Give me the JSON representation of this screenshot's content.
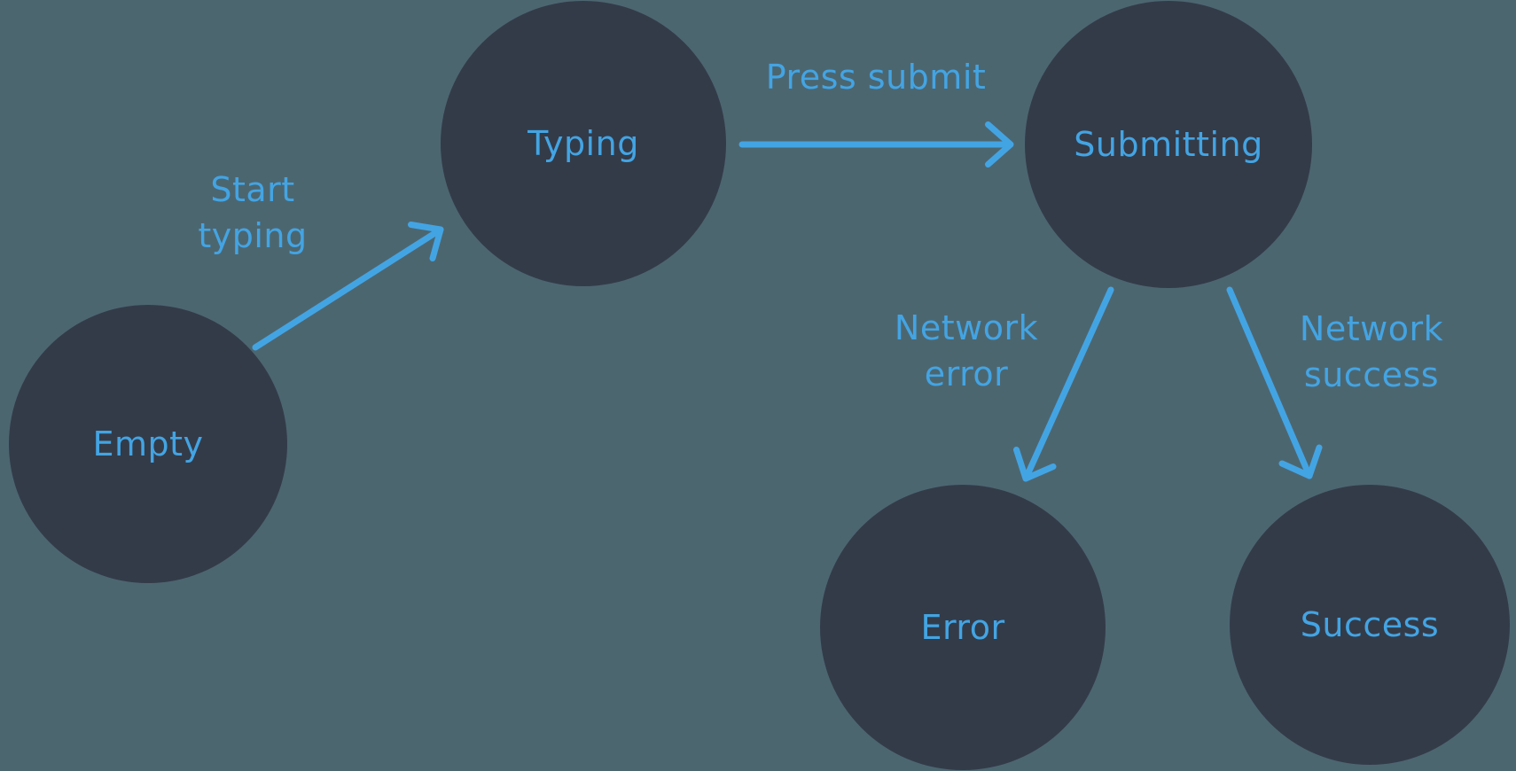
{
  "diagram": {
    "type": "state-machine",
    "states": [
      {
        "id": "empty",
        "label": "Empty"
      },
      {
        "id": "typing",
        "label": "Typing"
      },
      {
        "id": "submitting",
        "label": "Submitting"
      },
      {
        "id": "error",
        "label": "Error"
      },
      {
        "id": "success",
        "label": "Success"
      }
    ],
    "transitions": [
      {
        "from": "empty",
        "to": "typing",
        "label": "Start typing",
        "label_lines": [
          "Start",
          "typing"
        ]
      },
      {
        "from": "typing",
        "to": "submitting",
        "label": "Press submit",
        "label_lines": [
          "Press submit"
        ]
      },
      {
        "from": "submitting",
        "to": "error",
        "label": "Network error",
        "label_lines": [
          "Network",
          "error"
        ]
      },
      {
        "from": "submitting",
        "to": "success",
        "label": "Network success",
        "label_lines": [
          "Network",
          "success"
        ]
      }
    ],
    "colors": {
      "background": "#4C6670",
      "node_fill": "#333B49",
      "accent": "#43A4E3"
    }
  }
}
